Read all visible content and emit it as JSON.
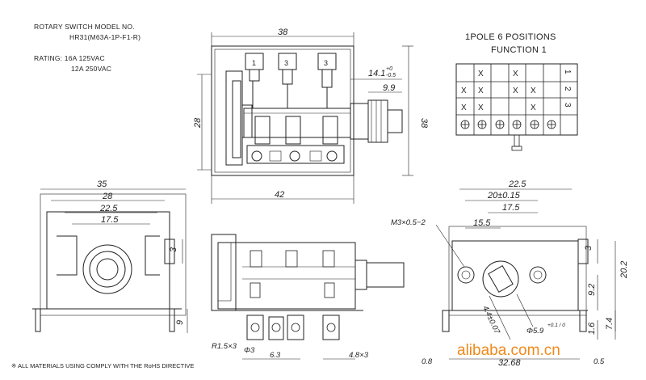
{
  "header": {
    "model_line1": "ROTARY SWITCH MODEL NO.",
    "model_line2": "HR31(M63A-1P-F1-R)",
    "rating_line1": "RATING: 16A 125VAC",
    "rating_line2": "12A 250VAC",
    "positions_title": "1POLE 6 POSITIONS",
    "function_title": "FUNCTION 1"
  },
  "footer": {
    "rohs_note": "※ ALL MATERIALS USING COMPLY WITH THE RoHS DIRECTIVE",
    "watermark": "alibaba.com.cn"
  },
  "top_view": {
    "dim_38": "38",
    "dim_28": "28",
    "dim_42": "42",
    "dim_38_right": "38",
    "dim_9_9": "9.9",
    "dim_14_1": "14.1",
    "dim_14_1_tol_top": "+0",
    "dim_14_1_tol_bot": "-0.5",
    "terminals": [
      "1",
      "3",
      "3"
    ]
  },
  "function_table": {
    "rows": [
      [
        "",
        "X",
        "",
        "X",
        "",
        ""
      ],
      [
        "X",
        "X",
        "",
        "X",
        "X",
        ""
      ],
      [
        "X",
        "X",
        "",
        "",
        "X",
        ""
      ]
    ],
    "row_labels": [
      "1",
      "2",
      "3"
    ]
  },
  "front_view": {
    "dim_35": "35",
    "dim_28": "28",
    "dim_22_5": "22.5",
    "dim_17_5": "17.5",
    "dim_3": "3",
    "dim_9": "9"
  },
  "side_view": {
    "dim_r1_5": "R1.5×3",
    "dim_phi3": "Φ3",
    "dim_6_3": "6.3",
    "dim_4_8": "4.8×3"
  },
  "rear_view": {
    "dim_22_5": "22.5",
    "dim_20": "20±0.15",
    "dim_17_5": "17.5",
    "dim_15_5": "15.5",
    "dim_m3": "M3×0.5−2",
    "dim_3": "3",
    "dim_20_2": "20.2",
    "dim_9_2": "9.2",
    "dim_7_4": "7.4",
    "dim_1_6": "1.6",
    "dim_0_5": "0.5",
    "dim_0_8": "0.8",
    "dim_32_68": "32.68",
    "dim_4_4": "4.4±0.07",
    "dim_phi5_9": "Φ5.9",
    "dim_phi5_9_tol": "+0.1 / 0"
  },
  "colors": {
    "line": "#222222",
    "watermark": "#f08a1c"
  }
}
